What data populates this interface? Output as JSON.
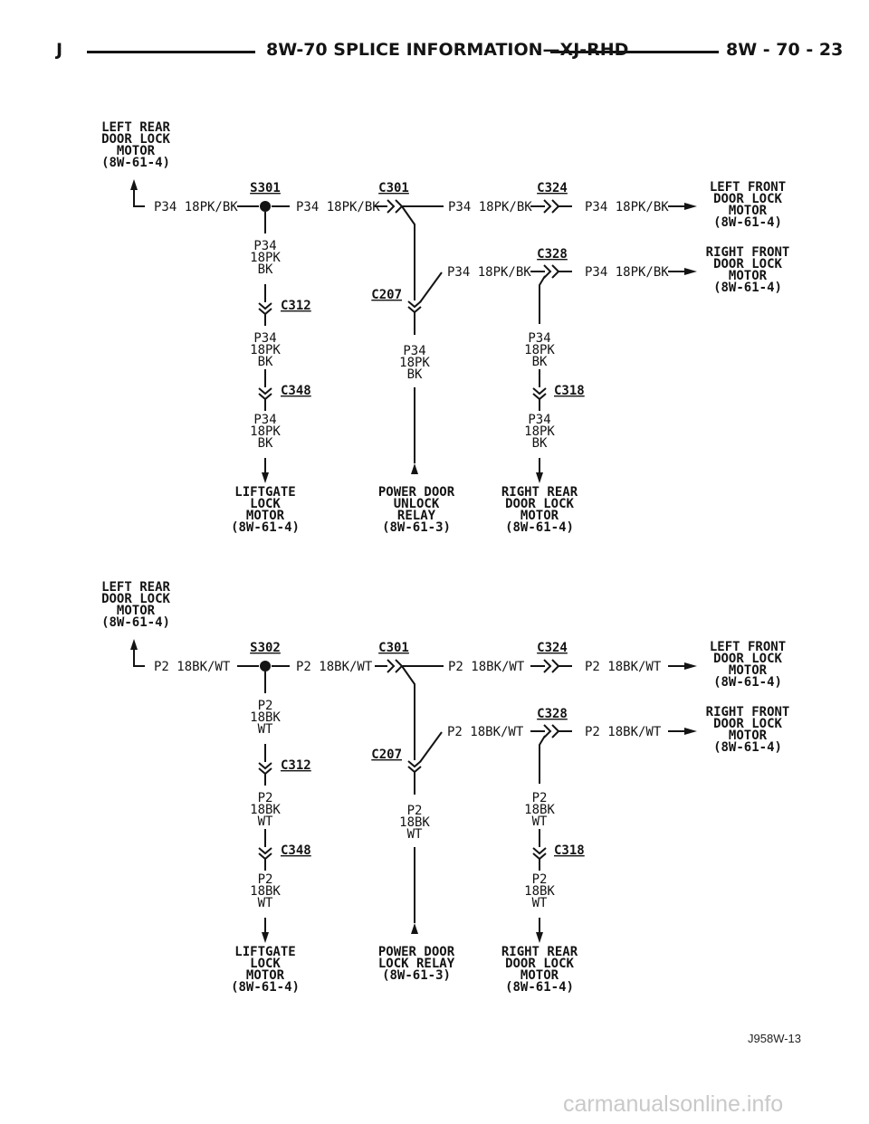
{
  "header": {
    "left": "J",
    "title": "8W-70 SPLICE INFORMATION—XJ-RHD",
    "page": "8W - 70 - 23"
  },
  "footer": {
    "figure_code": "J958W-13",
    "watermark": "carmanualsonline.info"
  },
  "diagrams": [
    {
      "splice": "S301",
      "left_rear": [
        "LEFT REAR",
        "DOOR LOCK",
        "MOTOR",
        "(8W-61-4)"
      ],
      "wire_run_label": "P34 18PK/BK",
      "wire_stack": [
        "P34",
        "18PK",
        "BK"
      ],
      "connectors": {
        "c301": "C301",
        "c324": "C324",
        "c328": "C328",
        "c207": "C207",
        "c312": "C312",
        "c348": "C348",
        "c318": "C318"
      },
      "left_front": [
        "LEFT FRONT",
        "DOOR LOCK",
        "MOTOR",
        "(8W-61-4)"
      ],
      "right_front": [
        "RIGHT FRONT",
        "DOOR LOCK",
        "MOTOR",
        "(8W-61-4)"
      ],
      "liftgate": [
        "LIFTGATE",
        "LOCK",
        "MOTOR",
        "(8W-61-4)"
      ],
      "relay": [
        "POWER DOOR",
        "UNLOCK",
        "RELAY",
        "(8W-61-3)"
      ],
      "right_rear": [
        "RIGHT REAR",
        "DOOR LOCK",
        "MOTOR",
        "(8W-61-4)"
      ]
    },
    {
      "splice": "S302",
      "left_rear": [
        "LEFT REAR",
        "DOOR LOCK",
        "MOTOR",
        "(8W-61-4)"
      ],
      "wire_run_label": "P2 18BK/WT",
      "wire_stack": [
        "P2",
        "18BK",
        "WT"
      ],
      "connectors": {
        "c301": "C301",
        "c324": "C324",
        "c328": "C328",
        "c207": "C207",
        "c312": "C312",
        "c348": "C348",
        "c318": "C318"
      },
      "left_front": [
        "LEFT FRONT",
        "DOOR LOCK",
        "MOTOR",
        "(8W-61-4)"
      ],
      "right_front": [
        "RIGHT FRONT",
        "DOOR LOCK",
        "MOTOR",
        "(8W-61-4)"
      ],
      "liftgate": [
        "LIFTGATE",
        "LOCK",
        "MOTOR",
        "(8W-61-4)"
      ],
      "relay": [
        "POWER DOOR",
        "LOCK RELAY",
        "(8W-61-3)"
      ],
      "right_rear": [
        "RIGHT REAR",
        "DOOR LOCK",
        "MOTOR",
        "(8W-61-4)"
      ]
    }
  ]
}
